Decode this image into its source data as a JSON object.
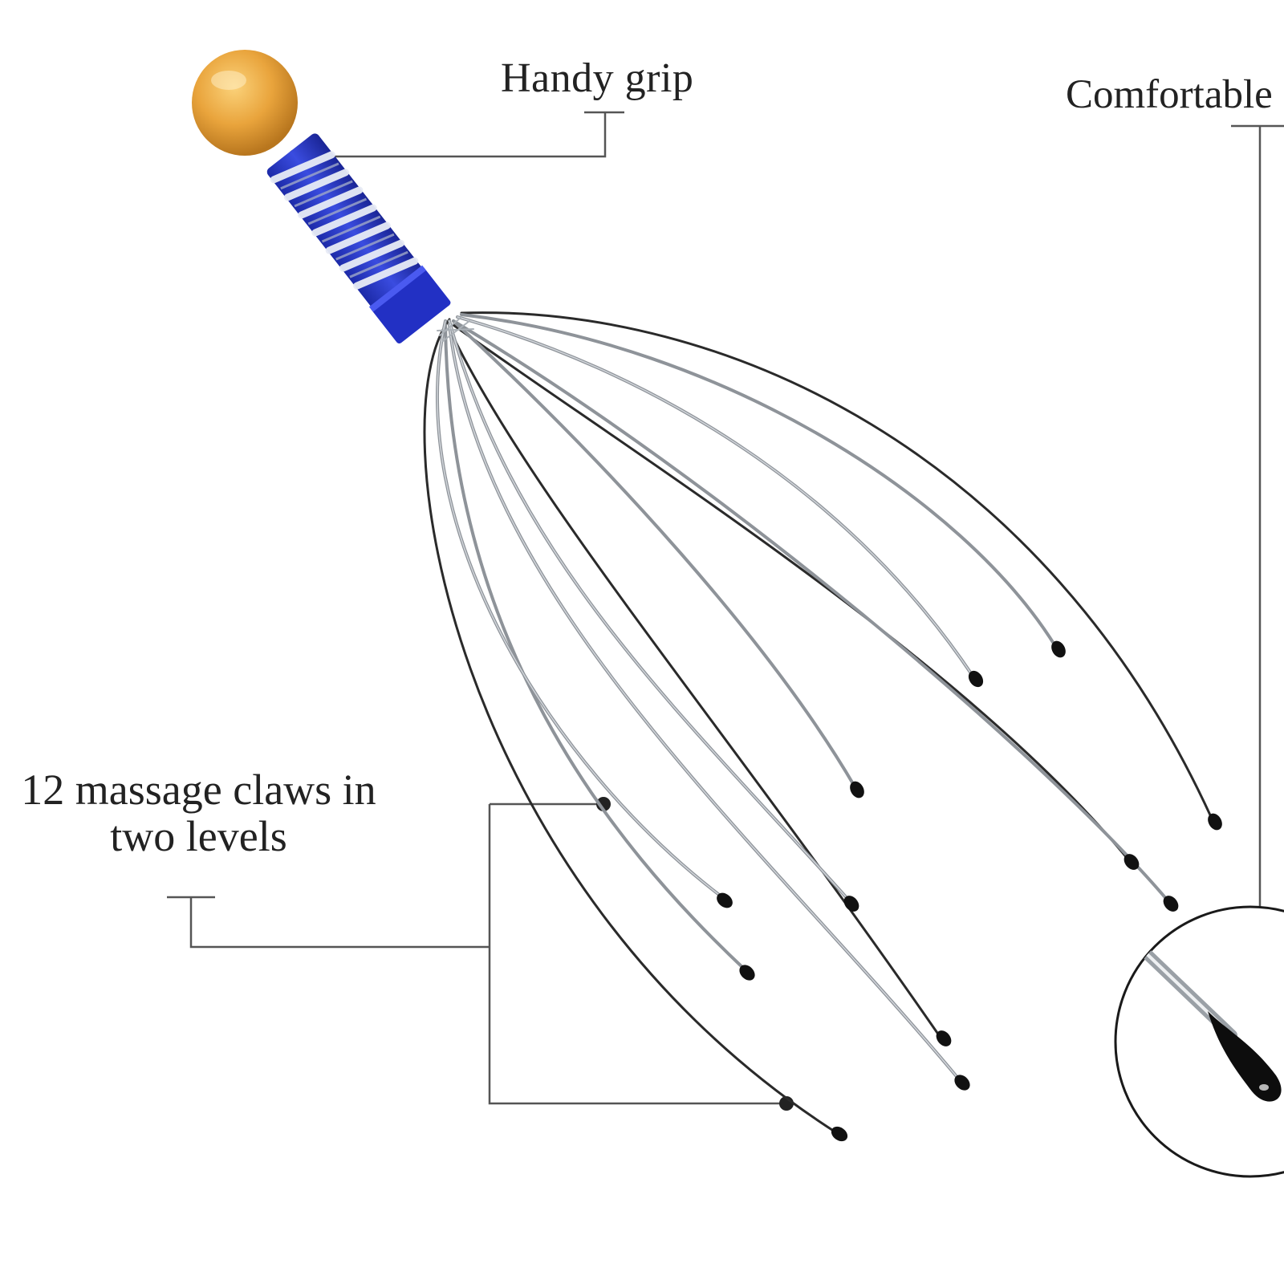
{
  "callouts": {
    "grip": "Handy grip",
    "comfortable": "Comfortable",
    "claws_line1": "12 massage claws in",
    "claws_line2": "two levels"
  },
  "colors": {
    "background": "#ffffff",
    "ball": "#e9a43c",
    "handle_blue": "#2433c8",
    "handle_stripe": "#e8ecf6",
    "wire": "#8a8e94",
    "wire_outer": "#2a2a2a",
    "tip": "#111111",
    "leader_line": "#555555"
  },
  "icons": [
    "scalp-massager-product-icon",
    "wire-tip-magnifier-icon"
  ]
}
